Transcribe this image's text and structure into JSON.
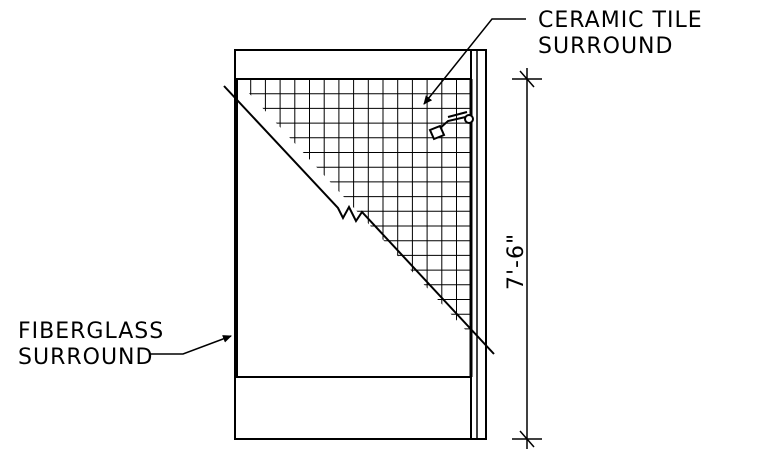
{
  "labels": {
    "ceramic_line1": "CERAMIC TILE",
    "ceramic_line2": "SURROUND",
    "fiberglass_line1": "FIBERGLASS",
    "fiberglass_line2": "SURROUND",
    "dimension": "7'-6\""
  },
  "colors": {
    "ink": "#000000",
    "background": "#ffffff"
  }
}
